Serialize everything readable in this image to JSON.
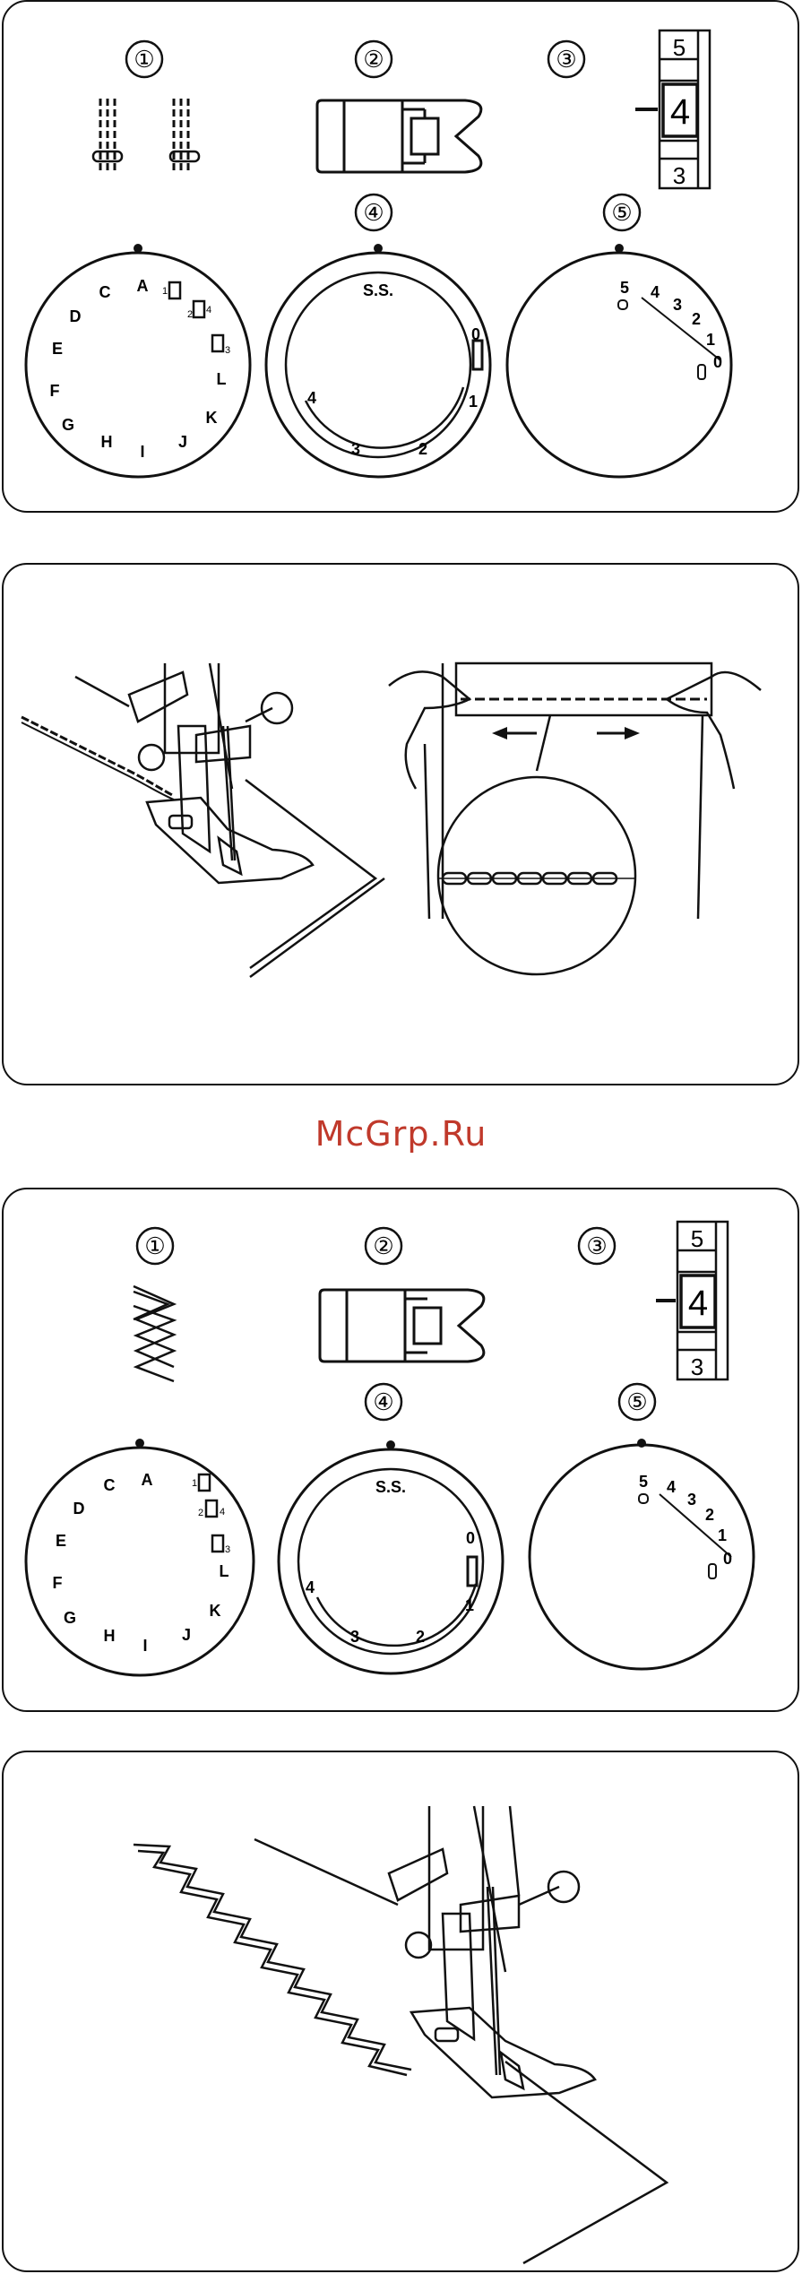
{
  "watermark": "McGrp.Ru",
  "steps": [
    "①",
    "②",
    "③",
    "④",
    "⑤"
  ],
  "length_scale": [
    "5",
    "4",
    "3"
  ],
  "pattern_letters": [
    "A",
    "C",
    "D",
    "E",
    "F",
    "G",
    "H",
    "I",
    "J",
    "K",
    "L"
  ],
  "pattern_numbers": [
    "1",
    "2",
    "3",
    "4"
  ],
  "length_dial": {
    "ss": "S.S.",
    "numbers": [
      "0",
      "1",
      "2",
      "3",
      "4"
    ]
  },
  "width_dial": {
    "numbers": [
      "5",
      "4",
      "3",
      "2",
      "1",
      "0"
    ]
  },
  "colors": {
    "line": "#111111",
    "watermark": "#c0392b"
  }
}
